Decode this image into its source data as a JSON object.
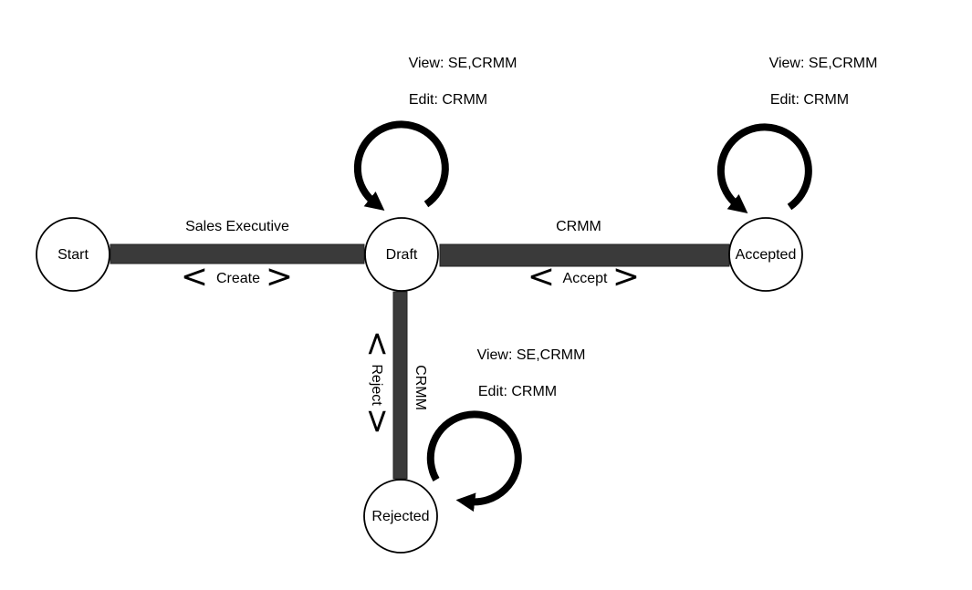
{
  "colors": {
    "edge": "#3a3a3a",
    "node_stroke": "#000000",
    "node_fill": "#ffffff",
    "background": "#ffffff"
  },
  "nodes": {
    "start": "Start",
    "draft": "Draft",
    "accepted": "Accepted",
    "rejected": "Rejected"
  },
  "edges": {
    "create": {
      "role": "Sales Executive",
      "action": "Create",
      "open": "<",
      "close": ">"
    },
    "accept": {
      "role": "CRMM",
      "action": "Accept",
      "open": "<",
      "close": ">"
    },
    "reject": {
      "role": "CRMM",
      "action": "Reject",
      "open": "<",
      "close": ">"
    }
  },
  "permissions": {
    "draft": {
      "view": "View: SE,CRMM",
      "edit": "Edit: CRMM"
    },
    "accepted": {
      "view": "View: SE,CRMM",
      "edit": "Edit: CRMM"
    },
    "rejected": {
      "view": "View: SE,CRMM",
      "edit": "Edit: CRMM"
    }
  },
  "icons": {
    "self_loop": "circular-arrow-icon"
  }
}
